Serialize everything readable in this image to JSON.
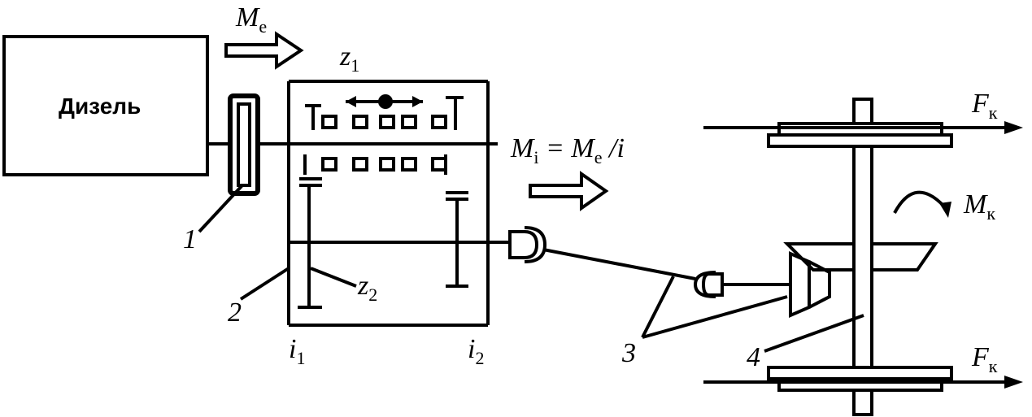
{
  "engine": {
    "label": "Дизель"
  },
  "torque_in": {
    "symbol": "M",
    "subscript": "e"
  },
  "gear_z1": {
    "symbol": "z",
    "subscript": "1"
  },
  "gear_z2": {
    "symbol": "z",
    "subscript": "2"
  },
  "torque_out": {
    "lhs_symbol": "M",
    "lhs_sub": "i",
    "eq": " = ",
    "rhs_symbol": "M",
    "rhs_sub": "e",
    "div": " /i"
  },
  "wheel_torque": {
    "symbol": "M",
    "subscript": "к"
  },
  "traction_top": {
    "symbol": "F",
    "subscript": "к"
  },
  "traction_bottom": {
    "symbol": "F",
    "subscript": "к"
  },
  "ratio_i1": {
    "symbol": "i",
    "subscript": "1"
  },
  "ratio_i2": {
    "symbol": "i",
    "subscript": "2"
  },
  "callouts": {
    "c1": "1",
    "c2": "2",
    "c3": "3",
    "c4": "4"
  }
}
